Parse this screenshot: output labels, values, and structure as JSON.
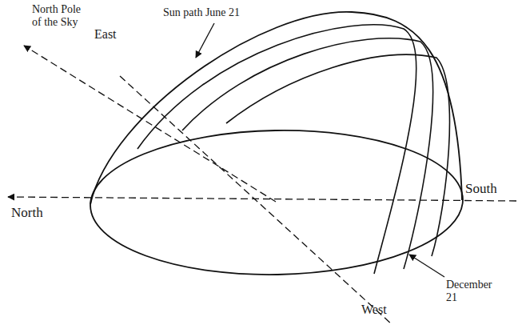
{
  "diagram": {
    "labels": [
      "North Pole of the Sky",
      "East",
      "Sun path June 21",
      "North",
      "South",
      "December 21",
      "West"
    ]
  }
}
